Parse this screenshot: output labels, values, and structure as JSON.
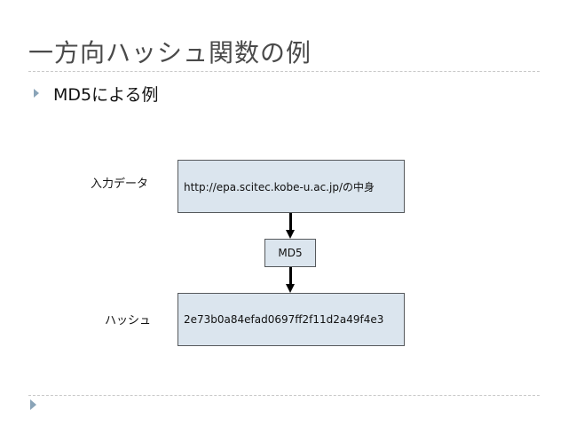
{
  "slide": {
    "title": "一方向ハッシュ関数の例",
    "bullet": "MD5による例"
  },
  "diagram": {
    "input_label": "入力データ",
    "input_value": "http://epa.scitec.kobe-u.ac.jp/の中身",
    "function_label": "MD5",
    "output_label": "ハッシュ",
    "output_value": "2e73b0a84efad0697ff2f11d2a49f4e3"
  },
  "colors": {
    "box_fill": "#dbe5ee",
    "box_border": "#56595c",
    "bullet_accent": "#8aa4b8",
    "title_text": "#4a4a4a"
  },
  "icons": {
    "bullet": "bullet-triangle-icon",
    "footer": "footer-triangle-icon"
  }
}
